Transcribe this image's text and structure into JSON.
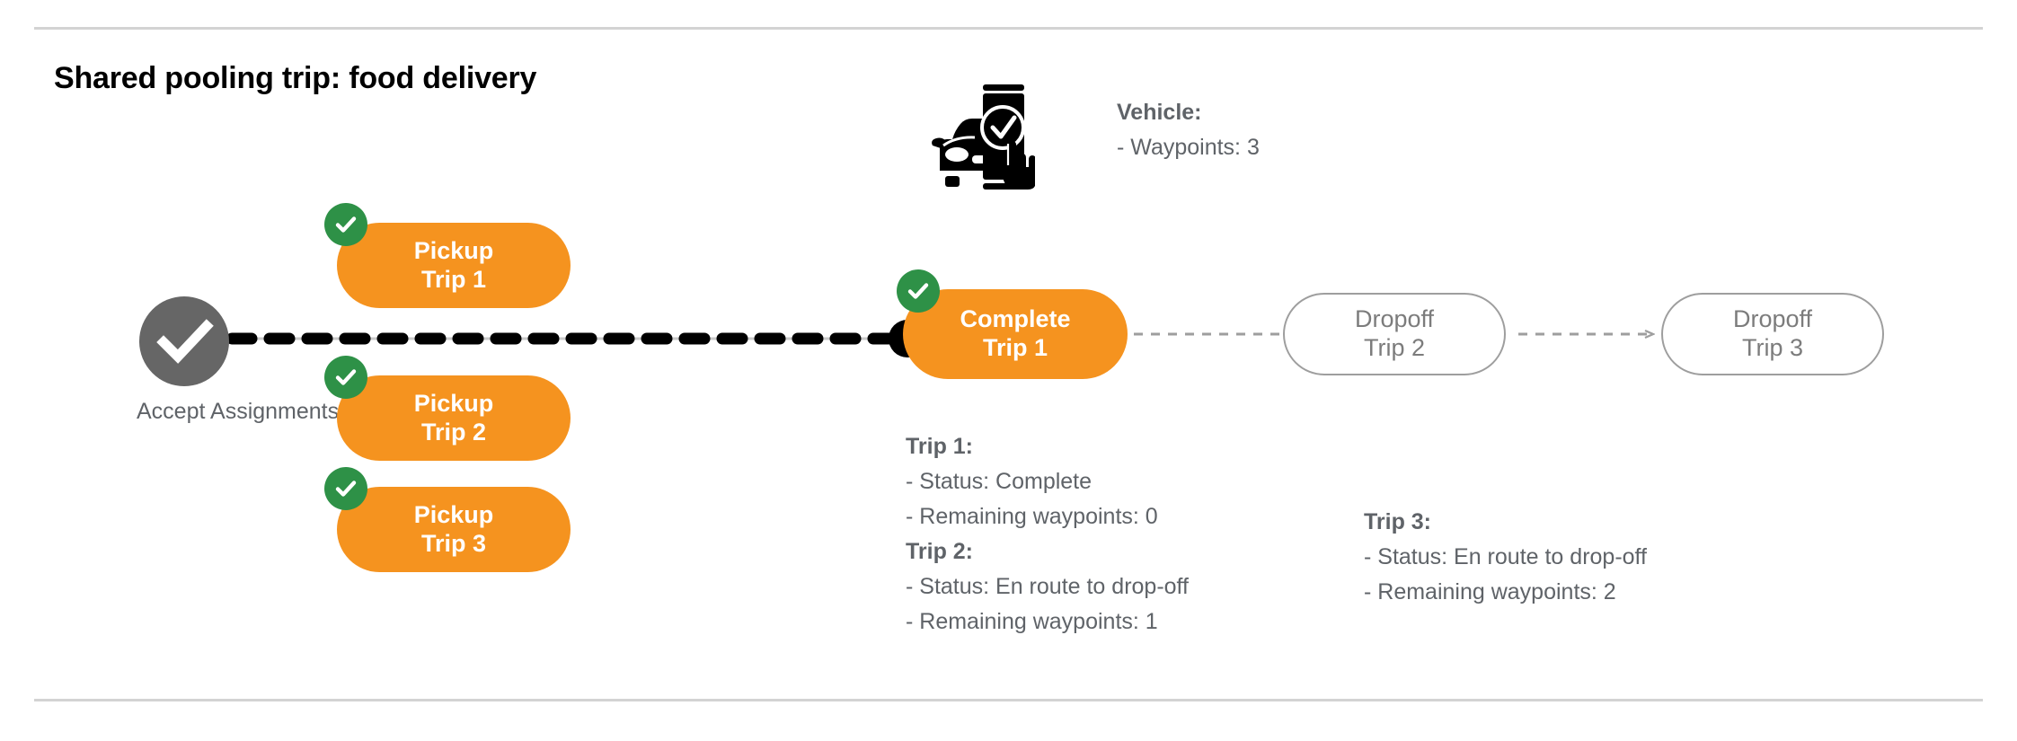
{
  "slide": {
    "title": "Shared pooling trip: food delivery"
  },
  "colors": {
    "orange": "#F5931F",
    "green": "#2E9147",
    "gray_node": "#666666",
    "gray_text": "#5f6368",
    "outline_gray": "#9e9e9e",
    "rule": "#d3d3d3",
    "black": "#000000",
    "white": "#ffffff"
  },
  "accept_node": {
    "icon": "check-circle-icon",
    "label_line1": "Accept",
    "label_line2": "Assignments"
  },
  "vehicle_icon": {
    "name": "vehicle-phone-check-icon"
  },
  "pickups": [
    {
      "id": "pickup-1",
      "line1": "Pickup",
      "line2": "Trip 1",
      "completed": true
    },
    {
      "id": "pickup-2",
      "line1": "Pickup",
      "line2": "Trip 2",
      "completed": true
    },
    {
      "id": "pickup-3",
      "line1": "Pickup",
      "line2": "Trip 3",
      "completed": true
    }
  ],
  "complete_node": {
    "line1": "Complete",
    "line2": "Trip 1",
    "completed": true
  },
  "dropoffs": [
    {
      "id": "dropoff-2",
      "line1": "Dropoff",
      "line2": "Trip 2",
      "completed": false
    },
    {
      "id": "dropoff-3",
      "line1": "Dropoff",
      "line2": "Trip 3",
      "completed": false
    }
  ],
  "info": {
    "vehicle": {
      "header": "Vehicle:",
      "rows": [
        "- Waypoints: 3"
      ]
    },
    "trip1": {
      "header": "Trip 1:",
      "status": "- Status:  Complete",
      "waypoints": "- Remaining waypoints: 0"
    },
    "trip2": {
      "header": "Trip 2:",
      "status": "- Status:  En route to drop-off",
      "waypoints": "- Remaining waypoints: 1"
    },
    "trip3": {
      "header": "Trip 3:",
      "status": "- Status:  En route to drop-off",
      "waypoints": "- Remaining waypoints: 2"
    }
  }
}
